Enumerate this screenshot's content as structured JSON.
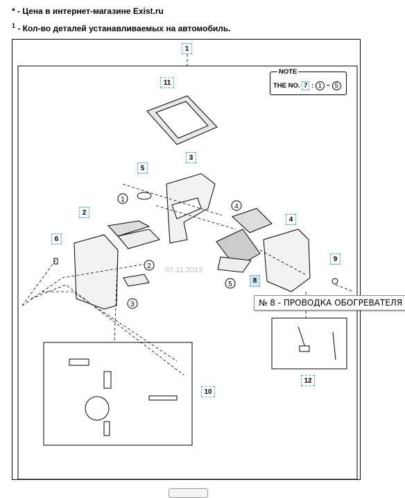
{
  "legend": {
    "line1_mark": "*",
    "line1_text": " - Цена в интернет-магазине Exist.ru",
    "line2_mark": "1",
    "line2_text": " - Кол-во деталей устанавливаемых на автомобиль."
  },
  "diagram": {
    "watermark": "07.11.2013",
    "note": {
      "title": "NOTE",
      "prefix": "THE NO.",
      "ref": "7",
      "range_start": "1",
      "range_sep": "~",
      "range_end": "5"
    },
    "callouts": [
      "1",
      "11",
      "3",
      "5",
      "2",
      "6",
      "4",
      "9",
      "8",
      "10",
      "12"
    ],
    "circled_labels": [
      "1",
      "2",
      "3",
      "4",
      "5"
    ],
    "active_callout": "8",
    "tooltip": "№ 8 - ПРОВОДКА ОБОГРЕВАТЕЛЯ"
  }
}
